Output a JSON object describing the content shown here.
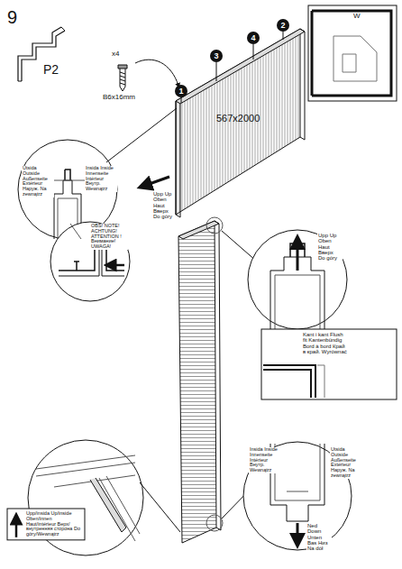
{
  "diagram": {
    "title": "9",
    "nodes": [
      {
        "text": [
          "1"
        ]
      },
      {
        "text": [
          "3"
        ]
      },
      {
        "text": [
          "4"
        ]
      },
      {
        "text": [
          "2"
        ]
      }
    ],
    "labels": [
      "P2",
      "x4",
      "B6x16mm",
      "567x2000",
      "Upp Up Oben Haut Вверх Do góry",
      "Utsida Outside Außenseite Extérieur Наруж. Na zewnątrz",
      "Insida Inside Innenseite Intérieur Внутр. Wewnątrz",
      "OBS! NOTE! ACHTUNG! ATTENTION ! Внимание! UWAGA!",
      "Upp Up Oben Haut Вверх Do góry",
      "Kant i kant Flush fit Kantenbündig Bord à bord Край в край. Wyrównać",
      "Insida Inside Innenseite Intérieur Внутр. Wewnątrz",
      "Utsida Outside Außenseite Extérieur Наруж. Na zewnątrz",
      "Ned Down Unten Bas Низ Na dół",
      "Upp/insida Up/inside Oben/innen Haut/intérieur Верх/внутренняя сторона Do góry/Wewnątrz",
      "W"
    ]
  }
}
